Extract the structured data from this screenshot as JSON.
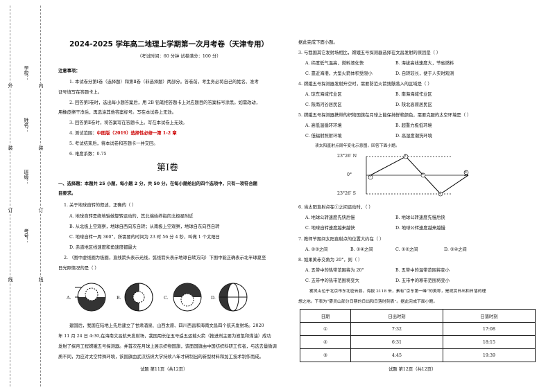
{
  "margin": {
    "cut_marks": [
      "外",
      "装",
      "订",
      "线"
    ],
    "inner_marks": [
      "内",
      "装",
      "订",
      "线"
    ],
    "fields": [
      "学校：",
      "姓名：",
      "班级：",
      "考号："
    ]
  },
  "left": {
    "title": "2024-2025 学年高二地理上学期第一次月考卷（天津专用）",
    "subtitle": "（考试时间：60 分钟   试卷满分：100 分）",
    "notes_heading": "注意事项：",
    "notes": [
      "1. 本试卷分第Ⅰ卷（选择题）和第Ⅱ卷（非选择题）两部分。答卷前，考生务必将自己的姓名、准考",
      "证号填写在答题卡上。",
      "2. 回答第Ⅰ卷时，选出每小题答案后，用 2B 铅笔把答题卡上对应题目的答案标号涂黑。如需改动，",
      "用橡皮擦干净后，再选涂其他答案标号。写在本试卷上无效。",
      "3. 回答第Ⅱ卷时，将答案写在答题卡上。写在本试卷上无效。"
    ],
    "note4_prefix": "4. 测试范围：",
    "note4_highlight": "中图版（2019）选择性必修一第 1-2 章",
    "note5": "5. 考试结束后，将本试卷和答题卡一并交回。",
    "note6": "6. 难度系数：0.75",
    "section_title": "第Ⅰ卷",
    "section_intro_1": "一、选择题：本题共 25 小题，每小题 2 分，共 50 分。在每小题给出的四个选项中，只有一项符合题",
    "section_intro_2": "目要求。",
    "q1_stem": "1. 关于地球自转的叙述，正确的（   ）",
    "q1_options": [
      "A. 地球自转是绕地轴做旋转运动的，其北端始终指向北极星附近",
      "B. 从北极上空观察，地球自西向东自转；从南极上空观察，地球自东向西自转",
      "C. 地球自转一周 360°，所需要的时间为 23 时 56 分 4 秒，叫做 1 个太阳日",
      "D. 赤道地区线速度和角速度都最大"
    ],
    "q2_stem_1": "2. （图中虚线圈为极圈，直线箭头表示光线，弧线箭头表示地球自转方向）下图中能正确表示北半球夏至",
    "q2_stem_2": "日光照情况的是（   ）",
    "q2_options": [
      "A.",
      "B.",
      "C.",
      "D."
    ],
    "passage": [
      "建国后，我国在陆地上先后建立了甘肃酒泉、山西太原、四川西昌和海南文昌四个航天发射场。2020",
      "年 11 月 24 日 4:30,在海南文昌航天发射场，我国用长征五号遥五运载火箭（推进剂主要为液氢和煤油）成功",
      "发射了探月工程嫦娥五号探测器。并首次在月球上展示织物国旗，该面国旗由中国纺织科研工作者，与迭去量微调",
      "质不同，为应对太空特殊环境，该国旗由武汉纺织大学持续八年才研制出的新型材料和加工技术制作而成。"
    ],
    "footer": "试题 第11页（共12页）"
  },
  "right": {
    "lead": "据此完成下面小题。",
    "questions": [
      {
        "stem": "3. 与我国其它发射场相比，嫦娥五号探测器选择在文昌发射的原因是（   ）",
        "options": [
          "A. 纬度低气温高，燃料液化快",
          "B. 海拔高线速度大，节省燃料",
          "C. 靠近海港，大型火箭体积受限小",
          "D. 自转较长，便于人实时观测"
        ]
      },
      {
        "stem": "4. 嫦娥五号探测器发射升空时，需要防范火箭残骸落入的区域是（   ）",
        "options": [
          "A. 琼东海域作业区",
          "B. 南海海域作业区",
          "C. 陕南河谷居民区",
          "D. 陕北高原居民区"
        ]
      },
      {
        "stem": "5. 嫦娥五号探测器携带的织物国旗在月球上能保持鲜艳颜色，需要克服的太空环境是（   ）",
        "options": [
          "A. 高低温循环环境",
          "B. 超重力极低环境",
          "C. 低辐射照射环境",
          "D. 高湿度潮洗环境"
        ]
      }
    ],
    "diagram_intro": "读太阳直射点周年变化示意图，回答下面小题。",
    "diagram_labels": {
      "n": "23°26′ N",
      "eq": "0°",
      "s": "23°26′ S",
      "p1": "①",
      "p2": "②",
      "p3": "③",
      "p4": "④",
      "p5": "⑤"
    },
    "questions2": [
      {
        "stem": "6. 当太阳直射点在①之间运动时，（   ）",
        "options": [
          "A. 地球公转速度先快后慢",
          "B. 地球公转速度先慢后快",
          "C. 地球自转速度越来越快",
          "D. 地球公转速度越来越慢"
        ]
      },
      {
        "stem": "7. 教师节期间太阳直射点的位置大约在（   ）",
        "options4": [
          "A. ②③之间",
          "B. ①④之间",
          "C. ①②之间",
          "D. ⑤④之间"
        ]
      },
      {
        "stem": "8. 如果黄赤交角为 20°，则（   ）",
        "options": [
          "A. 五带中的热带范围将为 20°",
          "B. 五带中的温带范围将变小",
          "C. 五带中的热带范围将变大",
          "D. 五带中的寒带范围将变小"
        ]
      }
    ],
    "passage2_1": "雾灵山位于北京市东北密云县，海拔 2118 米，素有“京东第一峰”的美称，是观赏日出和日落的理",
    "passage2_2": "想之地。下表为“雾灵山部分日期的日出和日落时刻表”。据此完成下面小题。",
    "table": {
      "headers": [
        "日期",
        "日出时刻",
        "日落时刻"
      ],
      "rows": [
        [
          "①",
          "7:32",
          "17:08"
        ],
        [
          "②",
          "6:31",
          "18:15"
        ],
        [
          "③",
          "4:45",
          "19:39"
        ]
      ]
    },
    "footer": "试题 第12页（共12页）"
  }
}
